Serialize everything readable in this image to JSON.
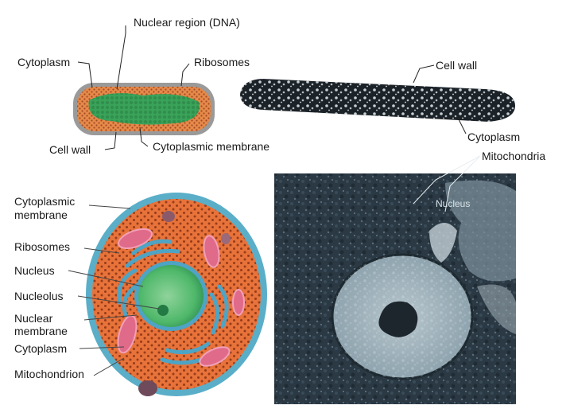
{
  "prokaryote": {
    "labels": {
      "nuclear_region": "Nuclear region (DNA)",
      "cytoplasm": "Cytoplasm",
      "ribosomes": "Ribosomes",
      "cell_wall": "Cell wall",
      "cytoplasmic_membrane": "Cytoplasmic membrane"
    }
  },
  "bacterium_micrograph": {
    "labels": {
      "cell_wall": "Cell wall",
      "cytoplasm": "Cytoplasm"
    }
  },
  "eukaryote": {
    "labels": {
      "cytoplasmic_membrane_1": "Cytoplasmic",
      "cytoplasmic_membrane_2": "membrane",
      "ribosomes": "Ribosomes",
      "nucleus": "Nucleus",
      "nucleolus": "Nucleolus",
      "nuclear_membrane_1": "Nuclear",
      "nuclear_membrane_2": "membrane",
      "cytoplasm": "Cytoplasm",
      "mitochondrion": "Mitochondrion"
    }
  },
  "eukaryote_micrograph": {
    "labels": {
      "mitochondria": "Mitochondria",
      "nucleus": "Nucleus"
    }
  },
  "colors": {
    "cell_orange": "#e8733a",
    "cell_border": "#5aaec8",
    "nucleus_green": "#4fb86a",
    "prokaryote_green": "#3aa35a",
    "mito_pink": "#e06a8a",
    "er_blue": "#4ea4c4",
    "micrograph_dark": "#2b3944"
  }
}
